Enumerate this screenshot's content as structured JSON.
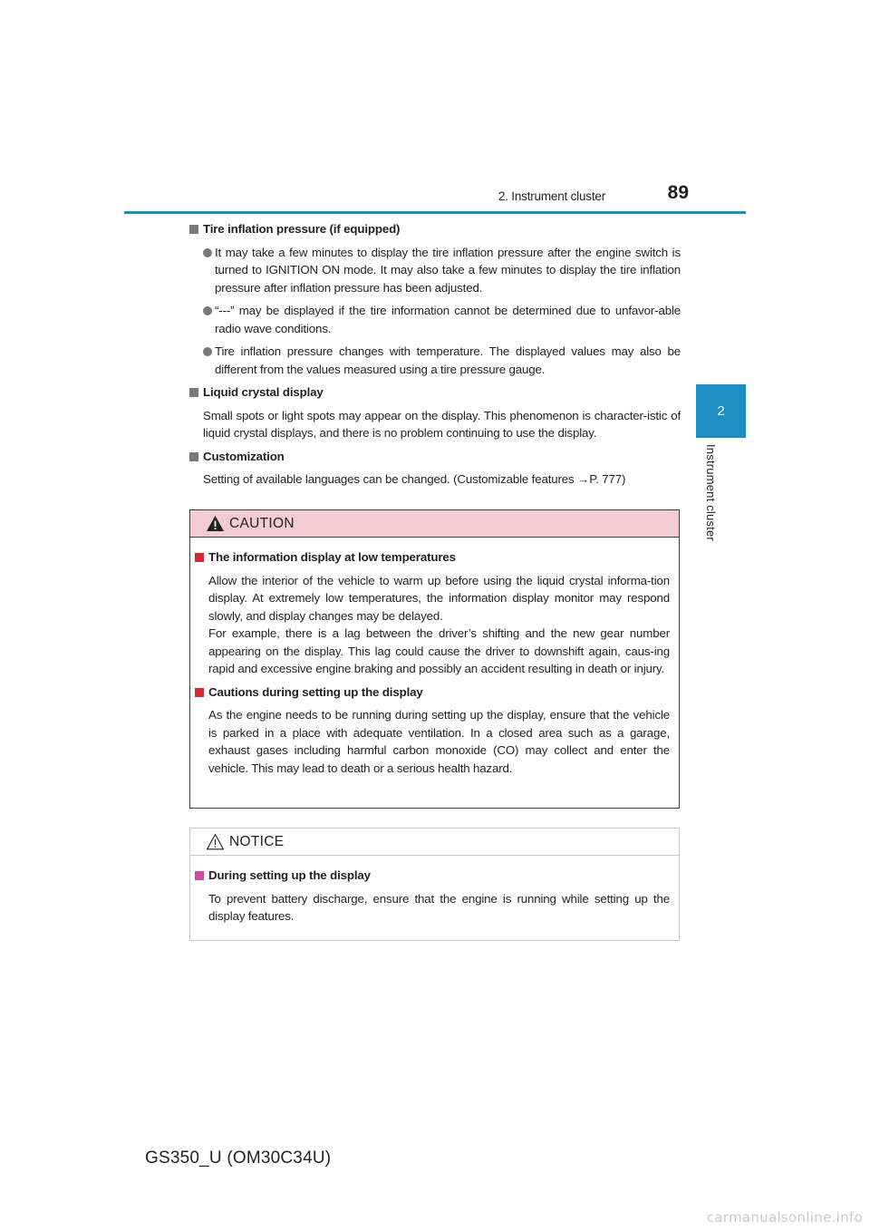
{
  "header": {
    "section": "2. Instrument cluster",
    "page_number": "89"
  },
  "side_tab": {
    "number": "2",
    "label": "Instrument cluster"
  },
  "sections": [
    {
      "heading": "Tire inflation pressure (if equipped)",
      "bullets": [
        "It may take a few minutes to display the tire inflation pressure after the engine switch is turned to IGNITION ON mode. It may also take a few minutes to display the tire inflation pressure after inflation pressure has been adjusted.",
        "“---” may be displayed if the tire information cannot be determined due to unfavor-able radio wave conditions.",
        "Tire inflation pressure changes with temperature. The displayed values may also be different from the values measured using a tire pressure gauge."
      ]
    },
    {
      "heading": "Liquid crystal display",
      "text": "Small spots or light spots may appear on the display. This phenomenon is character-istic of liquid crystal displays, and there is no problem continuing to use the display."
    },
    {
      "heading": "Customization",
      "text": "Setting of available languages can be changed. (Customizable features →P. 777)"
    }
  ],
  "caution": {
    "title": "CAUTION",
    "items": [
      {
        "heading": "The information display at low temperatures",
        "text": "Allow the interior of the vehicle to warm up before using the liquid crystal informa-tion display. At extremely low temperatures, the information display monitor may respond slowly, and display changes may be delayed.",
        "text2": "For example, there is a lag between the driver’s shifting and the new gear number appearing on the display. This lag could cause the driver to downshift again, caus-ing rapid and excessive engine braking and possibly an accident resulting in death or injury."
      },
      {
        "heading": "Cautions during setting up the display",
        "text": "As the engine needs to be running during setting up the display, ensure that the vehicle is parked in a place with adequate ventilation. In a closed area such as a garage, exhaust gases including harmful carbon monoxide (CO) may collect and enter the vehicle. This may lead to death or a serious health hazard."
      }
    ]
  },
  "notice": {
    "title": "NOTICE",
    "items": [
      {
        "heading": "During setting up the display",
        "text": "To prevent battery discharge, ensure that the engine is running while setting up the display features."
      }
    ]
  },
  "footer": {
    "model": "GS350_U (OM30C34U)",
    "watermark": "carmanualsonline.info"
  },
  "colors": {
    "accent": "#1b8fc1",
    "caution_header": "#f2ccd0",
    "caution_square": "#d52a34",
    "notice_square": "#d04a9a"
  }
}
